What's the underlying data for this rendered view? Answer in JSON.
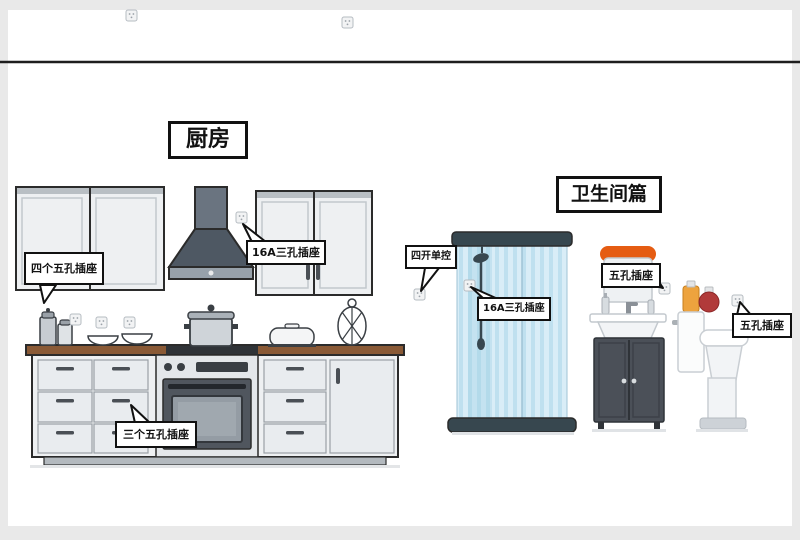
{
  "kitchen": {
    "title": "厨房",
    "labels": {
      "wall_cabinet_sockets": "四个五孔插座",
      "hood_socket": "16A三孔插座",
      "counter_sockets": "三个五孔插座"
    }
  },
  "bathroom": {
    "title": "卫生间篇",
    "labels": {
      "switch": "四开单控",
      "shower_socket": "16A三孔插座",
      "mirror_socket": "五孔插座",
      "toilet_socket": "五孔插座"
    }
  },
  "icons": {
    "socket": "socket-icon"
  },
  "colors": {
    "divider_line": "#1e1e1e",
    "mirror_lamp_orange": "#e55c12",
    "shower_glass": "#d9edf7",
    "shower_frame": "#37474f",
    "vanity_cabinet": "#4b5058",
    "countertop_brown": "#8a5a36",
    "red_bottle": "#b13a3a",
    "orange_bottle": "#eda33e"
  }
}
